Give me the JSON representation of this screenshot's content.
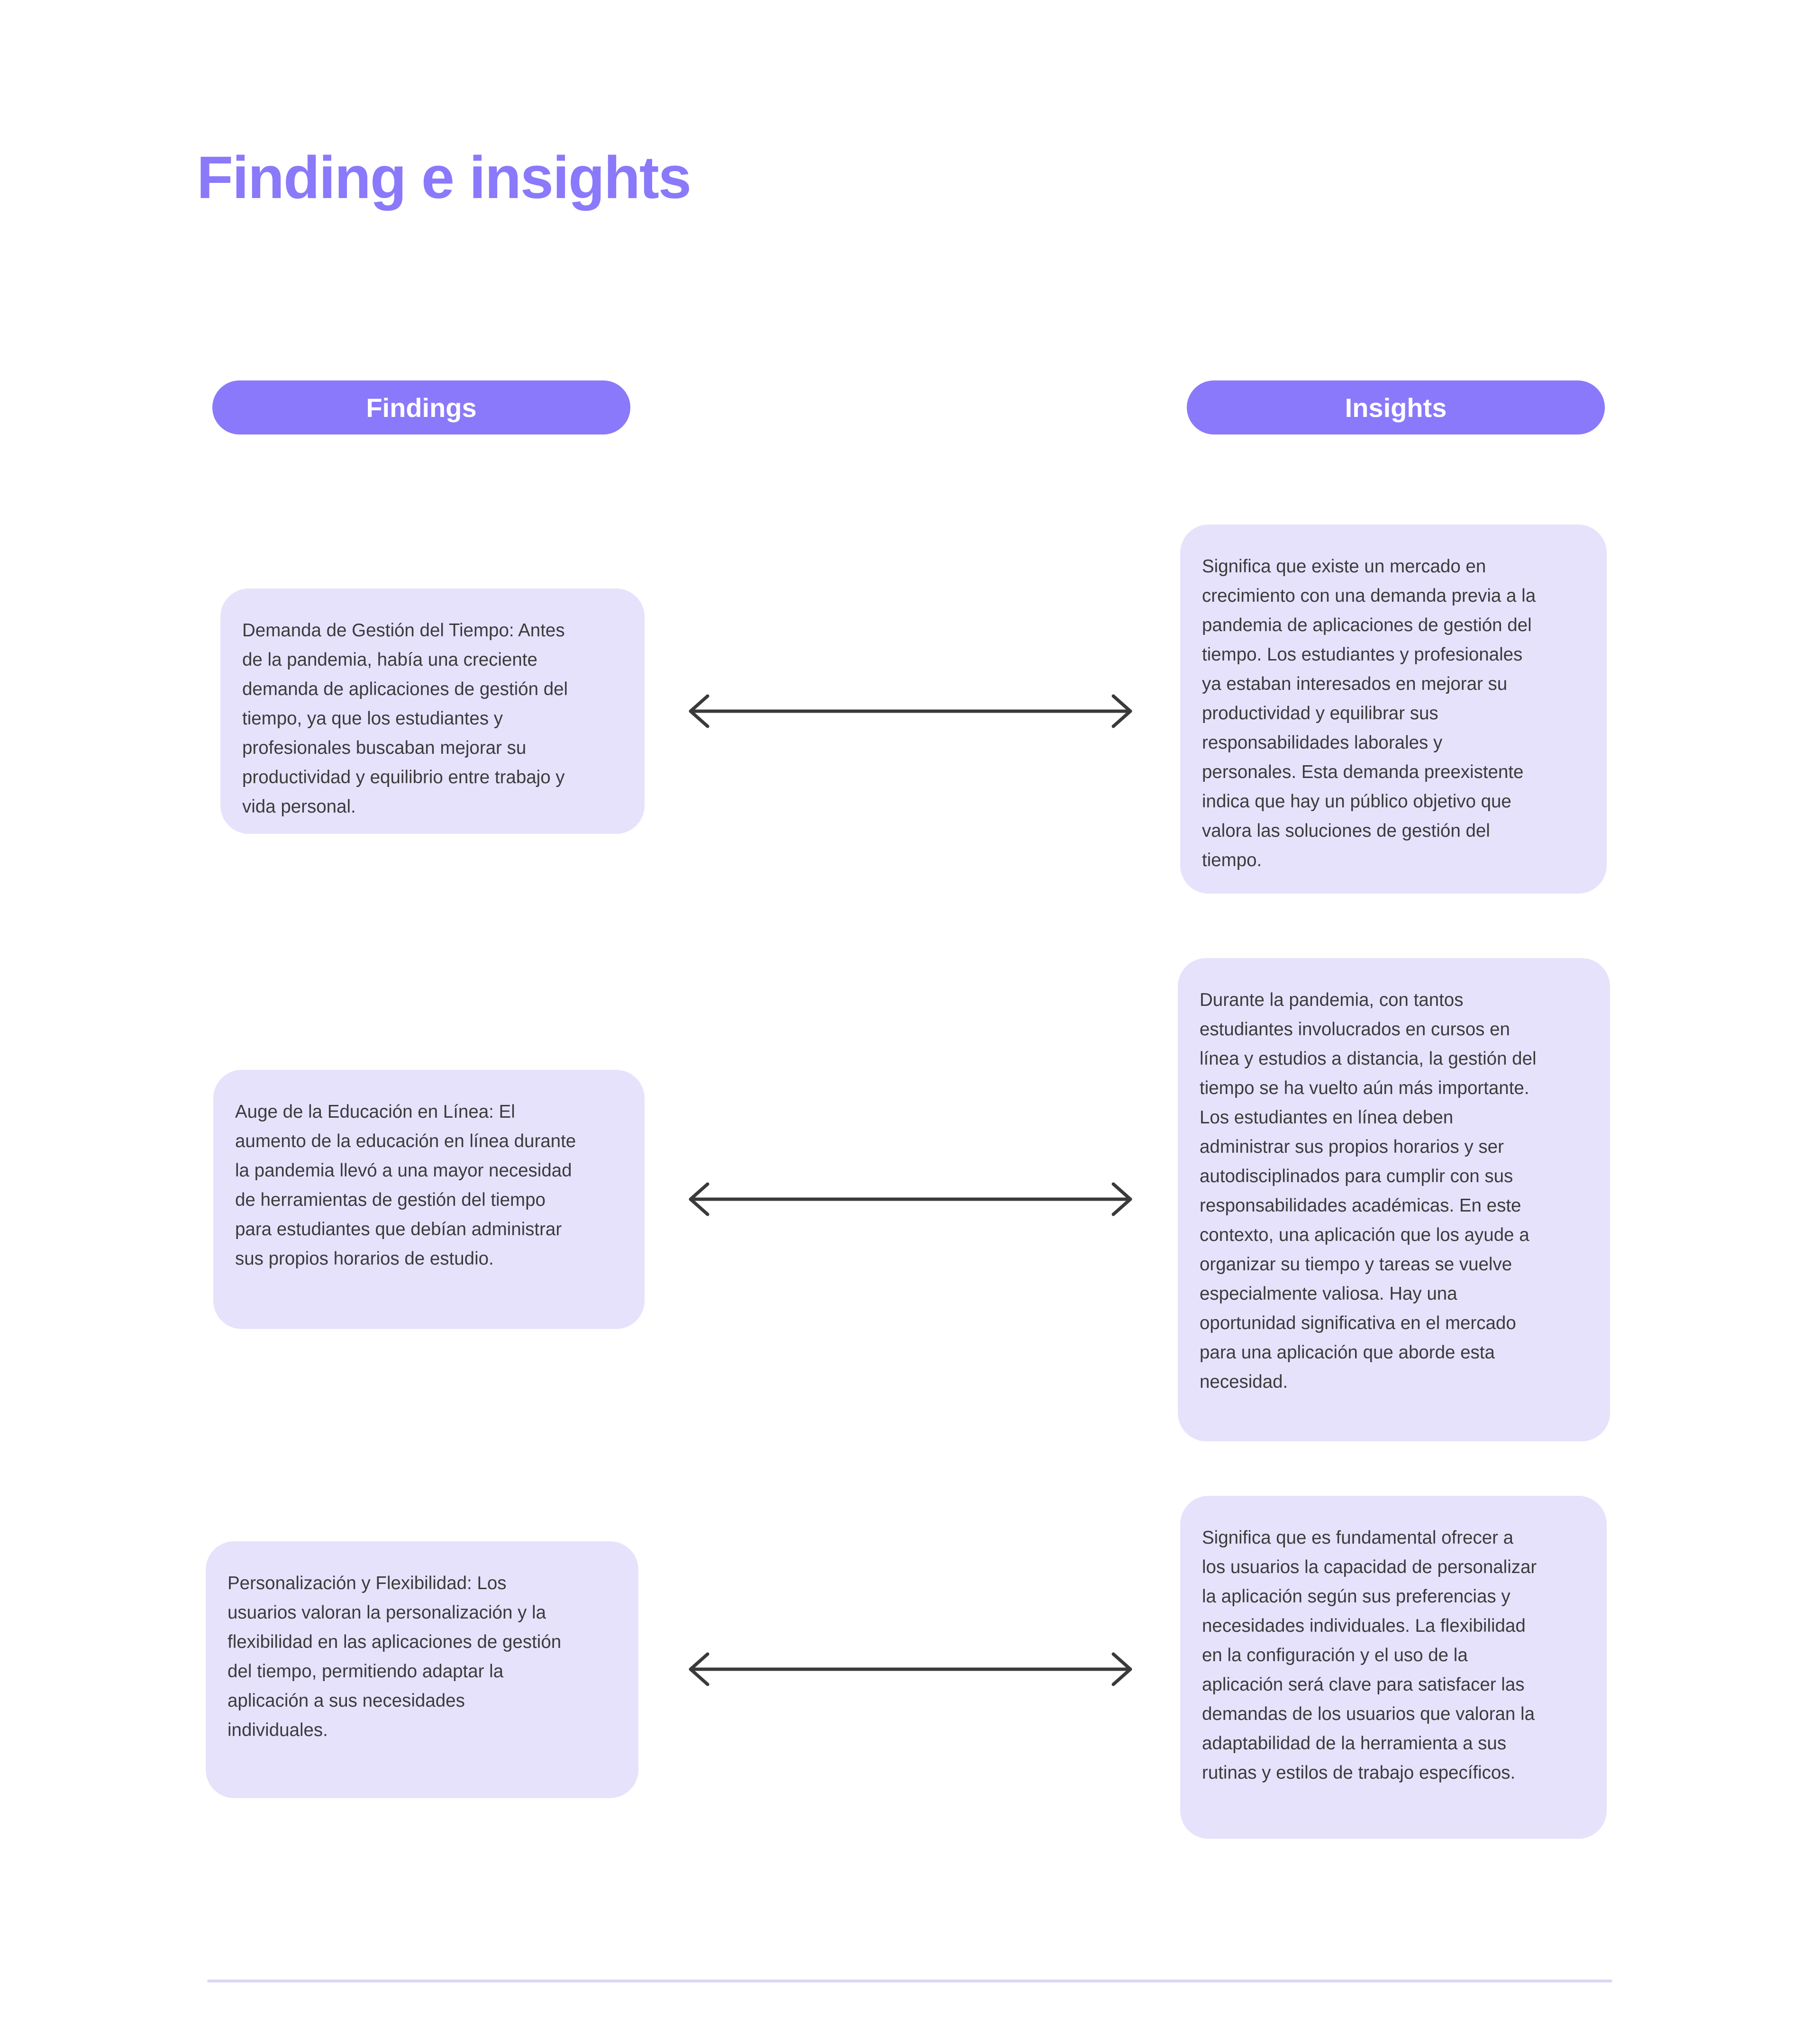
{
  "header": {
    "title": "Finding e insights"
  },
  "columns": {
    "findings_label": "Findings",
    "insights_label": "Insights"
  },
  "findings": [
    "Demanda de Gestión del Tiempo: Antes\nde la pandemia, había una creciente\ndemanda de aplicaciones de gestión del\ntiempo, ya que los estudiantes y\nprofesionales buscaban mejorar su\nproductividad y equilibrio entre trabajo y\nvida personal.",
    "Auge de la Educación en Línea: El\naumento de la educación en línea durante\nla pandemia llevó a una mayor necesidad\nde herramientas de gestión del tiempo\npara estudiantes que debían administrar\nsus propios horarios de estudio.",
    "Personalización y Flexibilidad: Los\nusuarios valoran la personalización y la\nflexibilidad en las aplicaciones de gestión\ndel tiempo, permitiendo adaptar la\naplicación a sus necesidades\nindividuales."
  ],
  "insights": [
    "Significa que existe un mercado en\ncrecimiento con una demanda previa a la\npandemia de aplicaciones de gestión del\ntiempo. Los estudiantes y profesionales\nya estaban interesados en mejorar su\nproductividad y equilibrar sus\nresponsabilidades laborales y\npersonales. Esta demanda preexistente\nindica que hay un público objetivo que\nvalora las soluciones de gestión del\ntiempo.",
    "Durante la pandemia, con tantos\nestudiantes involucrados en cursos en\nlínea y estudios a distancia, la gestión del\ntiempo se ha vuelto aún más importante.\nLos estudiantes en línea deben\nadministrar sus propios horarios y ser\nautodisciplinados para cumplir con sus\nresponsabilidades académicas. En este\ncontexto, una aplicación que los ayude a\norganizar su tiempo y tareas se vuelve\nespecialmente valiosa. Hay una\noportunidad significativa en el mercado\npara una aplicación que aborde esta\nnecesidad.",
    "Significa que es fundamental ofrecer a\nlos usuarios la capacidad de personalizar\nla aplicación según sus preferencias y\nnecesidades individuales. La flexibilidad\nen la configuración y el uso de la\naplicación será clave para satisfacer las\ndemandas de los usuarios que valoran la\nadaptabilidad de la herramienta a sus\nrutinas y estilos de trabajo específicos."
  ],
  "colors": {
    "accent": "#8A79FA",
    "card-bg": "#E7E2FB",
    "card-text": "#3B3B3D",
    "pill-text": "#FFFFFF",
    "arrow": "#3A3A3C",
    "divider": "#DCD6F5",
    "page-bg": "#FFFFFF"
  }
}
